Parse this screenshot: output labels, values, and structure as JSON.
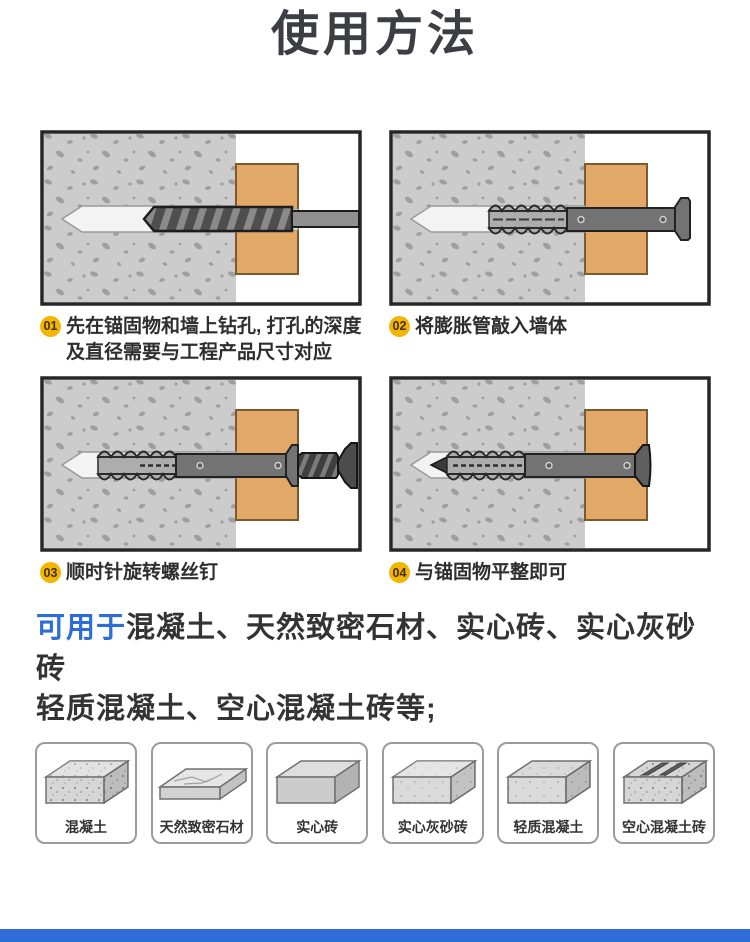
{
  "header": {
    "title": "使用方法"
  },
  "steps": [
    {
      "num": "01",
      "text": "先在锚固物和墙上钻孔, 打孔的深度及直径需要与工程产品尺寸对应"
    },
    {
      "num": "02",
      "text": "将膨胀管敲入墙体"
    },
    {
      "num": "03",
      "text": "顺时针旋转螺丝钉"
    },
    {
      "num": "04",
      "text": "与锚固物平整即可"
    }
  ],
  "usage": {
    "prefix": "可用于",
    "line1": "混凝土、天然致密石材、实心砖、实心灰砂砖",
    "line2": "轻质混凝土、空心混凝土砖等;"
  },
  "materials": [
    {
      "label": "混凝土"
    },
    {
      "label": "天然致密石材"
    },
    {
      "label": "实心砖"
    },
    {
      "label": "实心灰砂砖"
    },
    {
      "label": "轻质混凝土"
    },
    {
      "label": "空心混凝土砖"
    }
  ],
  "colors": {
    "accent_blue": "#2e6cd9",
    "badge_gold": "#f2b600",
    "footer_blue": "#2f6cd8",
    "title_gray": "#3d3d44",
    "block_tan": "#e2a867",
    "concrete_gray": "#cccccc"
  }
}
